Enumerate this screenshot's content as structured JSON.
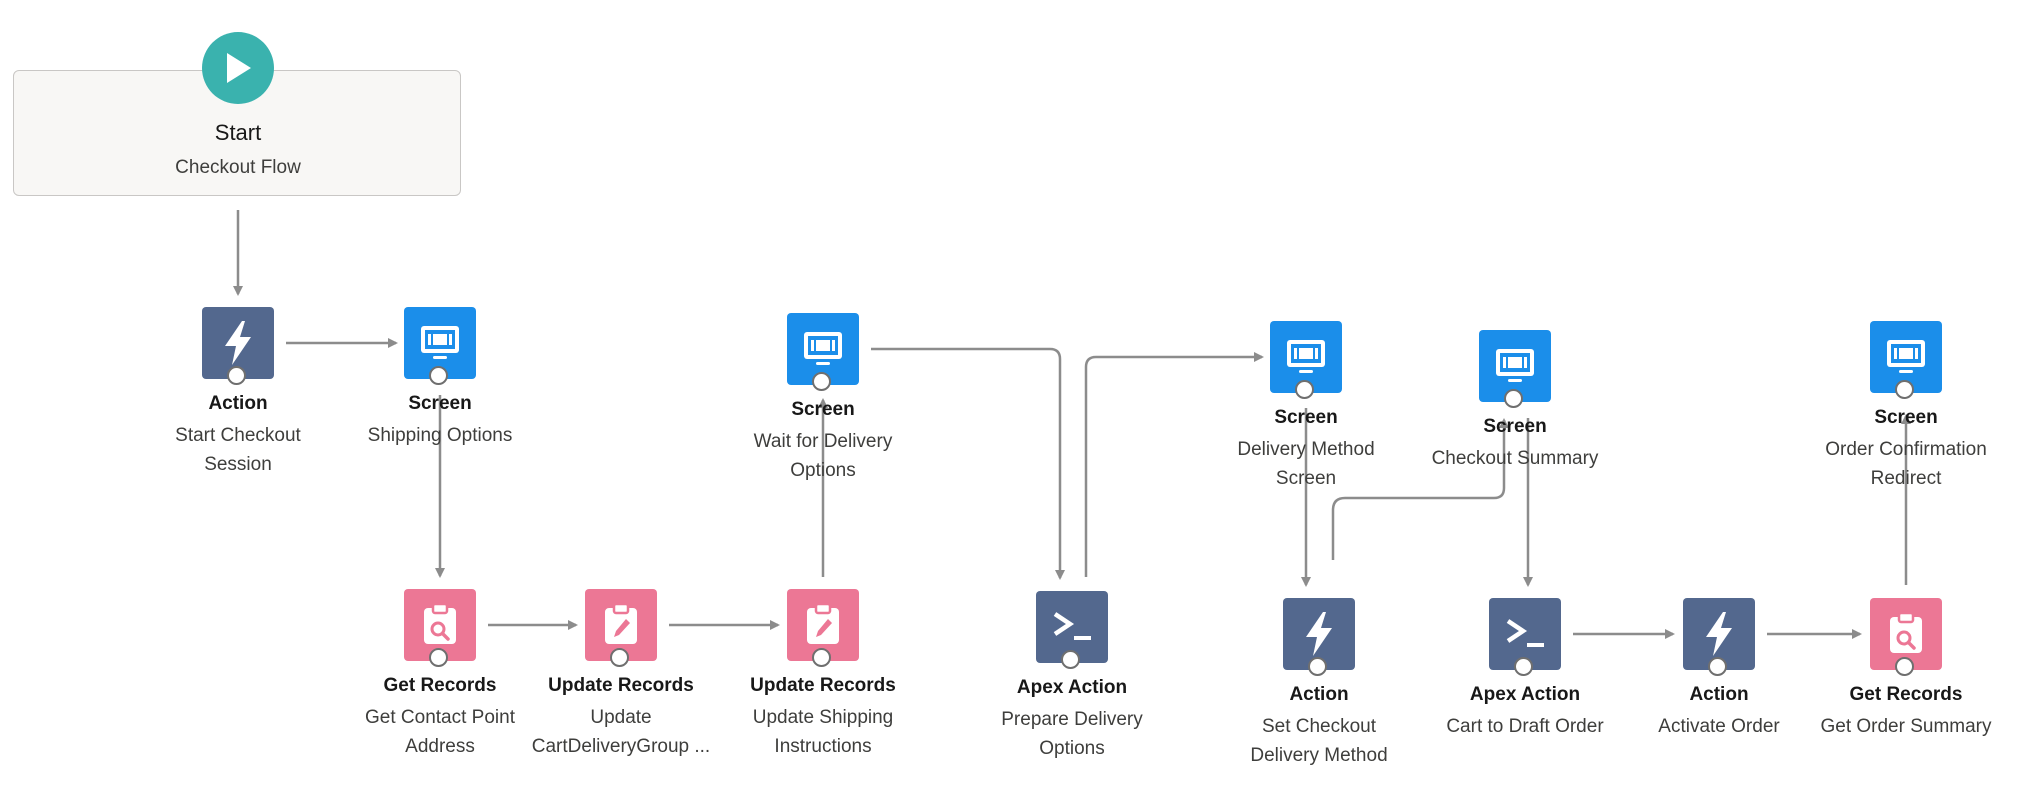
{
  "start": {
    "title": "Start",
    "subtitle": "Checkout Flow"
  },
  "nodes": [
    {
      "id": "n1",
      "type": "Action",
      "label": "Start Checkout\nSession",
      "kind": "action",
      "icon": "lightning-bolt-icon"
    },
    {
      "id": "n2",
      "type": "Screen",
      "label": "Shipping Options",
      "kind": "screen",
      "icon": "screen-icon"
    },
    {
      "id": "n3",
      "type": "Get Records",
      "label": "Get Contact Point\nAddress",
      "kind": "records",
      "icon": "get-records-icon"
    },
    {
      "id": "n4",
      "type": "Update Records",
      "label": "Update\nCartDeliveryGroup ...",
      "kind": "records",
      "icon": "update-records-icon"
    },
    {
      "id": "n5",
      "type": "Update Records",
      "label": "Update Shipping\nInstructions",
      "kind": "records",
      "icon": "update-records-icon"
    },
    {
      "id": "n6",
      "type": "Screen",
      "label": "Wait for Delivery\nOptions",
      "kind": "screen",
      "icon": "screen-icon"
    },
    {
      "id": "n7",
      "type": "Apex Action",
      "label": "Prepare Delivery\nOptions",
      "kind": "apex",
      "icon": "apex-prompt-icon"
    },
    {
      "id": "n8",
      "type": "Screen",
      "label": "Delivery Method\nScreen",
      "kind": "screen",
      "icon": "screen-icon"
    },
    {
      "id": "n9",
      "type": "Action",
      "label": "Set Checkout\nDelivery Method",
      "kind": "action",
      "icon": "lightning-bolt-icon"
    },
    {
      "id": "n10",
      "type": "Screen",
      "label": "Checkout Summary",
      "kind": "screen",
      "icon": "screen-icon"
    },
    {
      "id": "n11",
      "type": "Apex Action",
      "label": "Cart to Draft Order",
      "kind": "apex",
      "icon": "apex-prompt-icon"
    },
    {
      "id": "n12",
      "type": "Action",
      "label": "Activate Order",
      "kind": "action",
      "icon": "lightning-bolt-icon"
    },
    {
      "id": "n13",
      "type": "Get Records",
      "label": "Get Order Summary",
      "kind": "records",
      "icon": "get-records-icon"
    },
    {
      "id": "n14",
      "type": "Screen",
      "label": "Order Confirmation\nRedirect",
      "kind": "screen",
      "icon": "screen-icon"
    }
  ],
  "colors": {
    "screen": "#1b8eea",
    "action": "#53688e",
    "records": "#ec7795",
    "start": "#3ab2ae",
    "connector": "#8c8c8c"
  }
}
